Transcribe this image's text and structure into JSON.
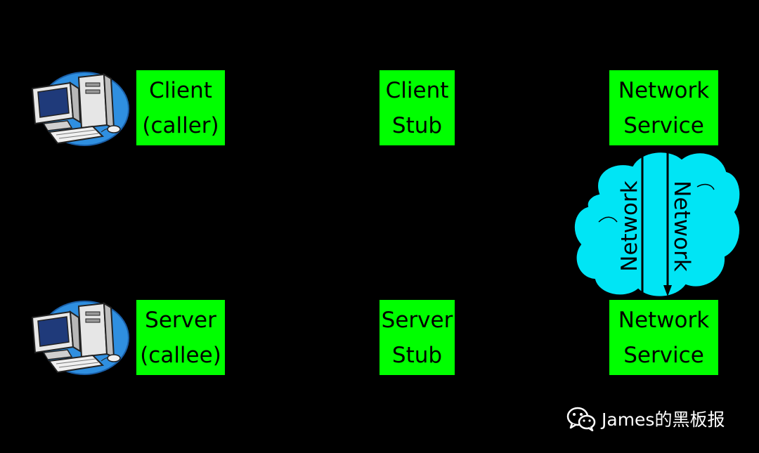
{
  "diagram": {
    "client_box": {
      "line1": "Client",
      "line2": "(caller)"
    },
    "client_stub_box": {
      "line1": "Client",
      "line2": "Stub"
    },
    "client_network_box": {
      "line1": "Network",
      "line2": "Service"
    },
    "server_box": {
      "line1": "Server",
      "line2": "(callee)"
    },
    "server_stub_box": {
      "line1": "Server",
      "line2": "Stub"
    },
    "server_network_box": {
      "line1": "Network",
      "line2": "Service"
    },
    "network_label_up": "Network",
    "network_label_down": "Network"
  },
  "watermark": {
    "text": "James的黑板报",
    "icon": "wechat-icon"
  },
  "colors": {
    "background": "#000000",
    "box_fill": "#00ff00",
    "cloud_fill": "#00e5f5",
    "computer_ellipse": "#2f8fe0"
  }
}
